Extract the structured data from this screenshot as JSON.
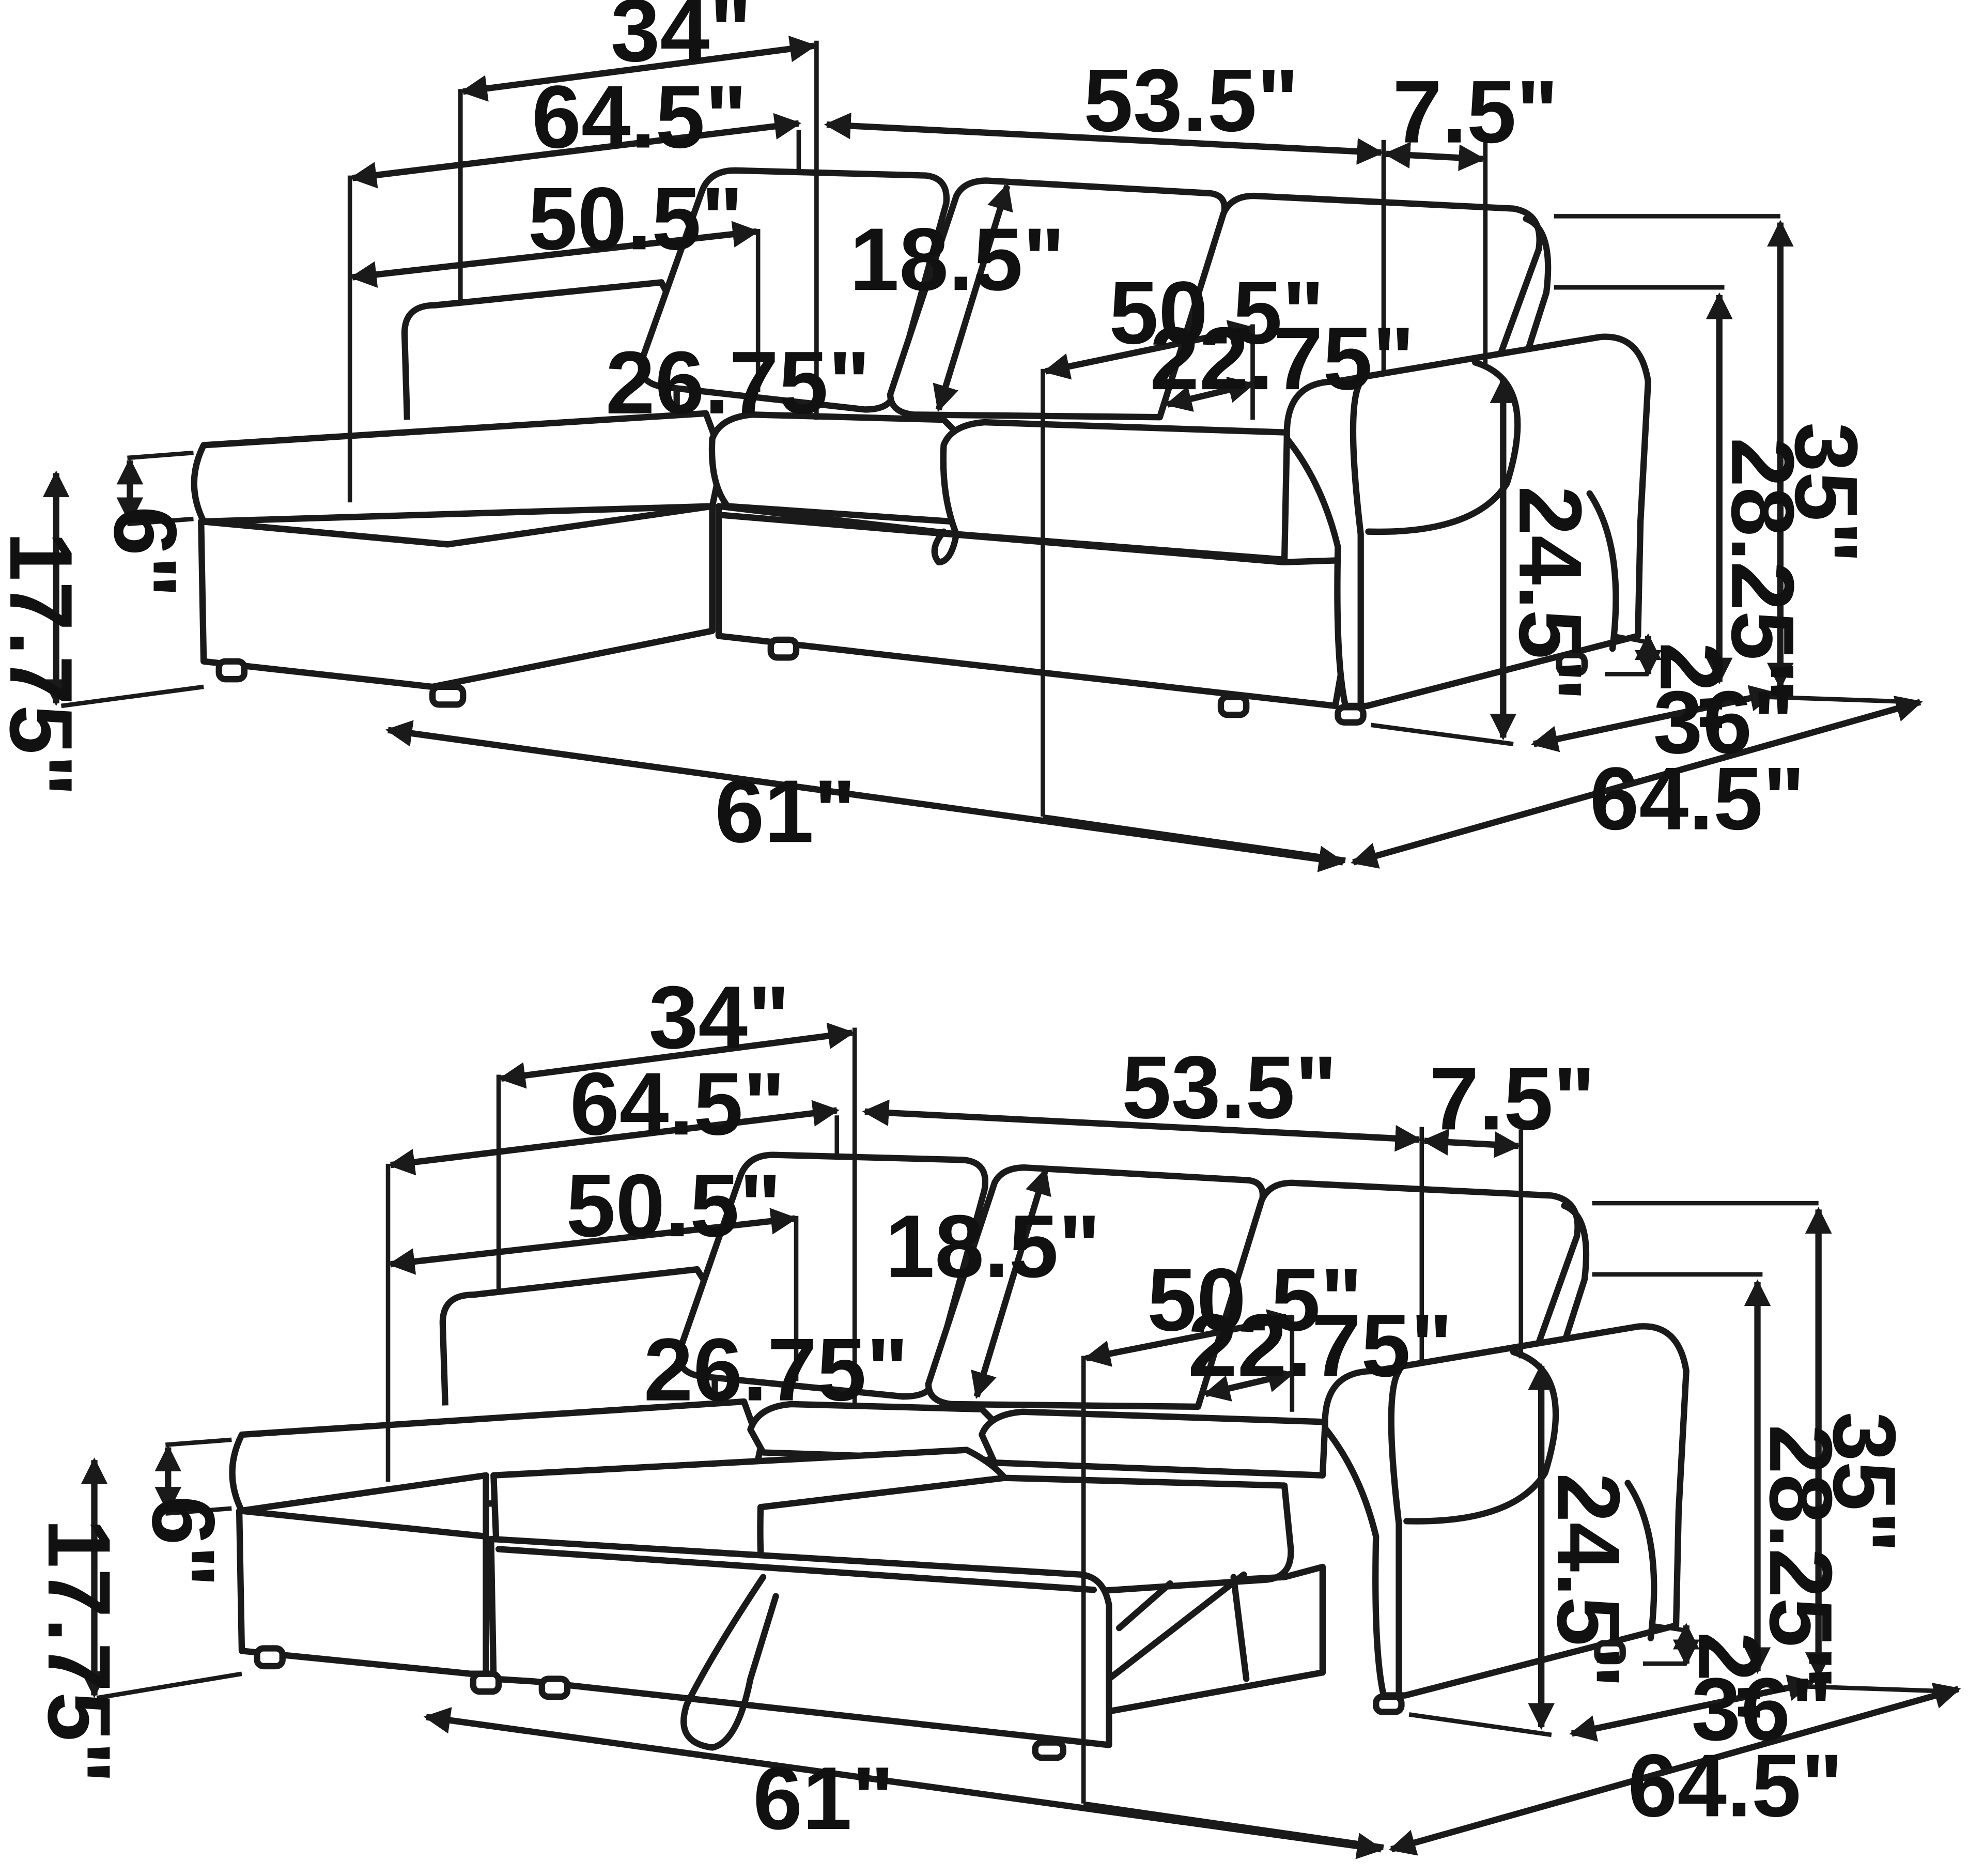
{
  "diagrams": [
    {
      "id": "closed",
      "labels": {
        "top_34": "34\"",
        "top_64_5": "64.5\"",
        "top_50_5": "50.5\"",
        "top_53_5": "53.5\"",
        "top_7_5": "7.5\"",
        "back_18_5": "18.5\"",
        "seat_26_75": "26.75\"",
        "seat_50_5": "50.5\"",
        "seat_22_75": "22.75\"",
        "left_6": "6\"",
        "left_17_75": "17.75\"",
        "right_24_5": "24.5\"",
        "right_28_25": "28.25\"",
        "right_35": "35\"",
        "right_2": "2\"",
        "bottom_36": "36\"",
        "bottom_61": "61\"",
        "bottom_64_5": "64.5\""
      }
    },
    {
      "id": "open",
      "labels": {
        "top_34": "34\"",
        "top_64_5": "64.5\"",
        "top_50_5": "50.5\"",
        "top_53_5": "53.5\"",
        "top_7_5": "7.5\"",
        "back_18_5": "18.5\"",
        "seat_26_75": "26.75\"",
        "seat_50_5": "50.5\"",
        "seat_22_75": "22.75\"",
        "left_6": "6\"",
        "left_17_75": "17.75\"",
        "right_24_5": "24.5\"",
        "right_28_25": "28.25\"",
        "right_35": "35\"",
        "right_2": "2\"",
        "bottom_36": "36\"",
        "bottom_61": "61\"",
        "bottom_64_5": "64.5\""
      }
    }
  ]
}
